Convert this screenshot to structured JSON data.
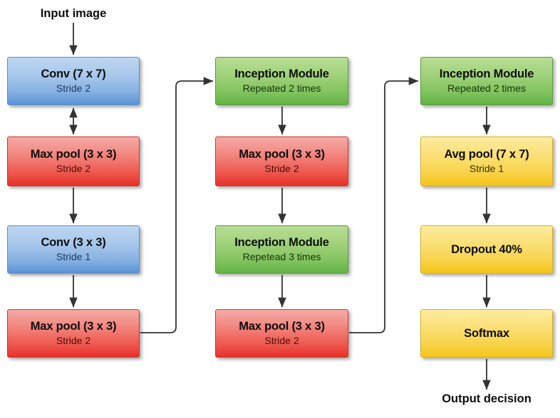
{
  "diagram": {
    "title": "GoogLeNet / Inception CNN architecture flowchart",
    "background_color": "#ffffff",
    "palette": {
      "conv_blue": "#86b2e2",
      "pool_red": "#ee5c52",
      "inception_green": "#83c460",
      "head_yellow": "#f8d34b",
      "arrow": "#333333"
    }
  },
  "captions": {
    "input": "Input image",
    "output": "Output decision"
  },
  "columns": [
    {
      "id": "column-1",
      "nodes": [
        {
          "id": "conv-7x7",
          "type": "conv",
          "color": "blue",
          "title": "Conv (7 x 7)",
          "sub": "Stride 2"
        },
        {
          "id": "max-pool-1",
          "type": "maxpool",
          "color": "red",
          "title": "Max pool (3 x 3)",
          "sub": "Stride 2"
        },
        {
          "id": "conv-3x3",
          "type": "conv",
          "color": "blue",
          "title": "Conv (3 x 3)",
          "sub": "Stride 1"
        },
        {
          "id": "max-pool-2",
          "type": "maxpool",
          "color": "red",
          "title": "Max pool (3 x 3)",
          "sub": "Stride 2"
        }
      ]
    },
    {
      "id": "column-2",
      "nodes": [
        {
          "id": "inception-1",
          "type": "inception",
          "color": "green",
          "title": "Inception Module",
          "sub": "Repeated 2 times"
        },
        {
          "id": "max-pool-3",
          "type": "maxpool",
          "color": "red",
          "title": "Max pool (3 x 3)",
          "sub": "Stride 2"
        },
        {
          "id": "inception-2",
          "type": "inception",
          "color": "green",
          "title": "Inception Module",
          "sub": "Repetead 3 times"
        },
        {
          "id": "max-pool-4",
          "type": "maxpool",
          "color": "red",
          "title": "Max pool (3 x 3)",
          "sub": "Stride 2"
        }
      ]
    },
    {
      "id": "column-3",
      "nodes": [
        {
          "id": "inception-3",
          "type": "inception",
          "color": "green",
          "title": "Inception Module",
          "sub": "Repeated 2 times"
        },
        {
          "id": "avg-pool",
          "type": "avgpool",
          "color": "yellow",
          "title": "Avg pool (7 x 7)",
          "sub": "Stride 1"
        },
        {
          "id": "dropout",
          "type": "dropout",
          "color": "yellow",
          "title": "Dropout 40%",
          "sub": ""
        },
        {
          "id": "softmax",
          "type": "softmax",
          "color": "yellow",
          "title": "Softmax",
          "sub": ""
        }
      ]
    }
  ],
  "connections": [
    {
      "id": "input-to-conv7",
      "from": "input-image",
      "to": "conv-7x7",
      "style": "single-arrow",
      "orientation": "vertical"
    },
    {
      "id": "conv7-to-maxpool1",
      "from": "conv-7x7",
      "to": "max-pool-1",
      "style": "double-arrow",
      "orientation": "vertical"
    },
    {
      "id": "maxpool1-to-conv3",
      "from": "max-pool-1",
      "to": "conv-3x3",
      "style": "single-arrow",
      "orientation": "vertical"
    },
    {
      "id": "conv3-to-maxpool2",
      "from": "conv-3x3",
      "to": "max-pool-2",
      "style": "single-arrow",
      "orientation": "vertical"
    },
    {
      "id": "maxpool2-to-inception1",
      "from": "max-pool-2",
      "to": "inception-1",
      "style": "single-arrow",
      "orientation": "elbow"
    },
    {
      "id": "inception1-to-maxpool3",
      "from": "inception-1",
      "to": "max-pool-3",
      "style": "single-arrow",
      "orientation": "vertical"
    },
    {
      "id": "maxpool3-to-inception2",
      "from": "max-pool-3",
      "to": "inception-2",
      "style": "single-arrow",
      "orientation": "vertical"
    },
    {
      "id": "inception2-to-maxpool4",
      "from": "inception-2",
      "to": "max-pool-4",
      "style": "single-arrow",
      "orientation": "vertical"
    },
    {
      "id": "maxpool4-to-inception3",
      "from": "max-pool-4",
      "to": "inception-3",
      "style": "single-arrow",
      "orientation": "elbow"
    },
    {
      "id": "inception3-to-avgpool",
      "from": "inception-3",
      "to": "avg-pool",
      "style": "single-arrow",
      "orientation": "vertical"
    },
    {
      "id": "avgpool-to-dropout",
      "from": "avg-pool",
      "to": "dropout",
      "style": "single-arrow",
      "orientation": "vertical"
    },
    {
      "id": "dropout-to-softmax",
      "from": "dropout",
      "to": "softmax",
      "style": "single-arrow",
      "orientation": "vertical"
    },
    {
      "id": "softmax-to-output",
      "from": "softmax",
      "to": "output-decision",
      "style": "single-arrow",
      "orientation": "vertical"
    }
  ]
}
